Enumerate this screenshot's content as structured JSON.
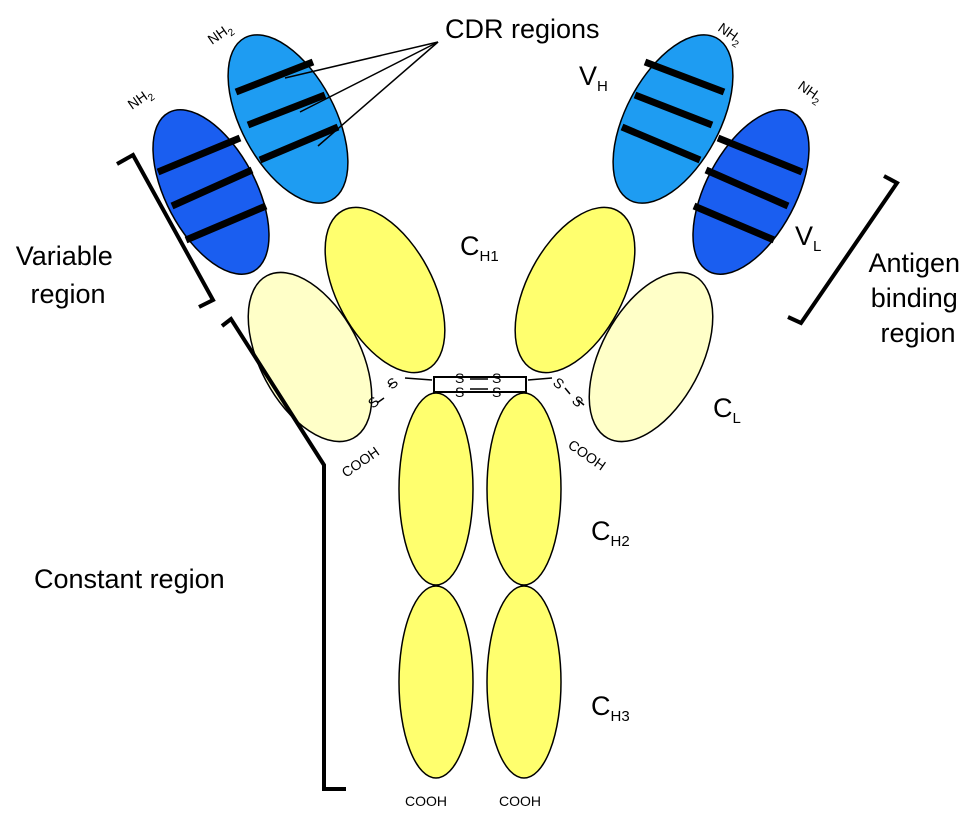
{
  "colors": {
    "light_chain_variable": "#1a5ef0",
    "heavy_chain_variable": "#1e9cf2",
    "heavy_chain_constant": "#ffff6e",
    "light_chain_constant": "#ffffc8",
    "cdr_band": "#000000"
  },
  "labels": {
    "cdr_regions": "CDR regions",
    "vh_main": "V",
    "vh_sub": "H",
    "vl_main": "V",
    "vl_sub": "L",
    "ch1_main": "C",
    "ch1_sub": "H1",
    "ch2_main": "C",
    "ch2_sub": "H2",
    "ch3_main": "C",
    "ch3_sub": "H3",
    "cl_main": "C",
    "cl_sub": "L",
    "variable_region_line1": "Variable",
    "variable_region_line2": "region",
    "constant_region": "Constant region",
    "antigen_line1": "Antigen",
    "antigen_line2": "binding",
    "antigen_line3": "region",
    "nh2_main": "NH",
    "nh2_sub": "2",
    "cooh": "COOH",
    "s": "S"
  }
}
